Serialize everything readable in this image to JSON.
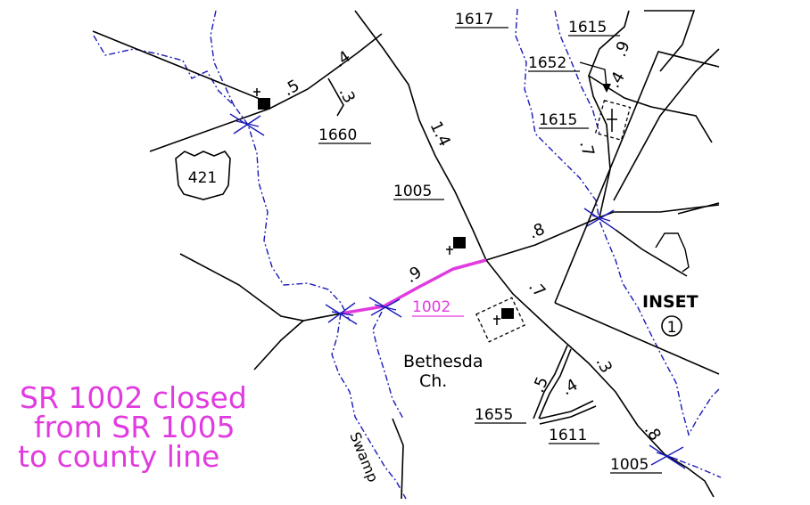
{
  "colors": {
    "closure": "#e13be0",
    "road": "#000000",
    "stream": "#1a1ab8",
    "background": "#ffffff"
  },
  "routes": {
    "r1617": "1617",
    "r1615a": "1615",
    "r1652": "1652",
    "r1615b": "1615",
    "r1660": "1660",
    "r1005a": "1005",
    "r1002": "1002",
    "r1655": "1655",
    "r1611": "1611",
    "r1005b": "1005",
    "us421": "421"
  },
  "mileages": {
    "m1": ".5",
    "m2": ".4",
    "m3": ".3",
    "m4": "1.4",
    "m5": ".9",
    "m6": ".4",
    "m7": ".7",
    "m8": ".8",
    "m9": ".9",
    "m10": ".7",
    "m11": ".5",
    "m12": ".4",
    "m13": ".3",
    "m14": ".8"
  },
  "labels": {
    "church_line1": "Bethesda",
    "church_line2": "Ch.",
    "swamp": "Swamp",
    "inset": "INSET",
    "inset_number": "1"
  },
  "notice": {
    "line1": "SR 1002 closed",
    "line2": "from SR 1005",
    "line3": "to county line"
  }
}
